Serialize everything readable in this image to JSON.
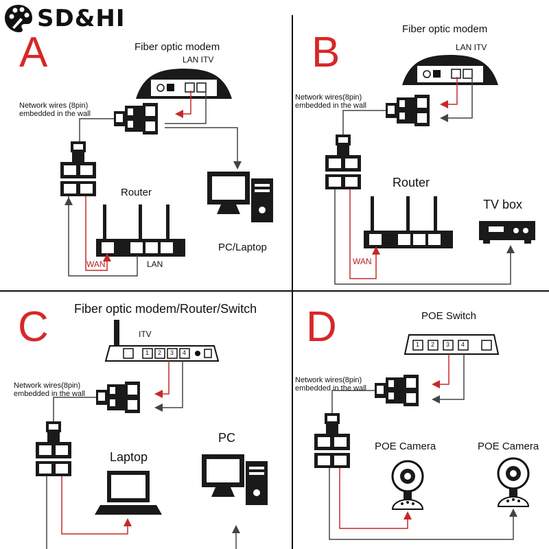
{
  "brand": {
    "name": "SD&HI"
  },
  "colors": {
    "accent_red": "#d62828",
    "line_red": "#c62828",
    "line_gray": "#555555",
    "device_dark": "#1a1a1a"
  },
  "panels": [
    {
      "letter": "A",
      "modem_label": "Fiber optic modem",
      "modem_ports_label": "LAN ITV",
      "wall_label_line1": "Network wires (8pin)",
      "wall_label_line2": "embedded in the wall",
      "device1_label": "Router",
      "device2_label": "PC/Laptop",
      "wan_label": "WAN",
      "lan_label": "LAN"
    },
    {
      "letter": "B",
      "modem_label": "Fiber optic modem",
      "modem_ports_label": "LAN ITV",
      "wall_label_line1": "Network wires(8pin)",
      "wall_label_line2": "embedded in the wall",
      "device1_label": "Router",
      "device2_label": "TV box",
      "wan_label": "WAN"
    },
    {
      "letter": "C",
      "modem_label": "Fiber optic modem/Router/Switch",
      "modem_ports_label": "ITV",
      "wall_label_line1": "Network wires(8pin)",
      "wall_label_line2": "embedded in the wall",
      "device1_label": "Laptop",
      "device2_label": "PC",
      "switch_ports": [
        "1",
        "2",
        "3",
        "4"
      ]
    },
    {
      "letter": "D",
      "modem_label": "POE Switch",
      "wall_label_line1": "Network wires(8pin)",
      "wall_label_line2": "embedded in the wall",
      "device1_label": "POE Camera",
      "device2_label": "POE Camera",
      "switch_ports": [
        "1",
        "2",
        "3",
        "4"
      ]
    }
  ]
}
